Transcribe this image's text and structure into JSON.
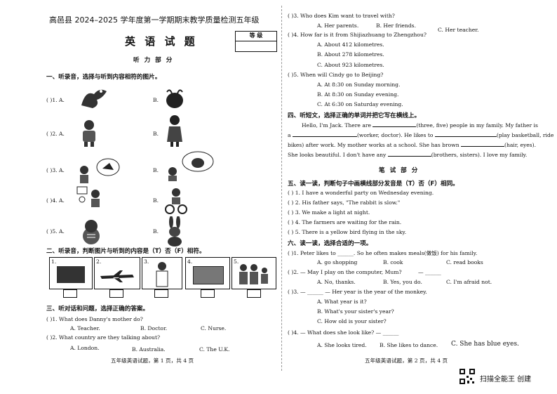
{
  "header": {
    "title": "高邑县 2024–2025 学年度第一学期期末教学质量检测五年级",
    "subject": "英 语 试 题",
    "grade_box": "等 级",
    "listening_part": "听 力 部 分",
    "writing_part": "笔 试 部 分"
  },
  "sec1": {
    "title": "一、听录音，选择与听到内容相符的图片。",
    "q": [
      "(    )1. A.",
      "(    )2. A.",
      "(    )3. A.",
      "(    )4. A.",
      "(    )5. A."
    ],
    "b": "B."
  },
  "sec2": {
    "title": "二、听录音，判断图片与听到的内容是（T）否（F）相符。",
    "nums": [
      "1.",
      "2.",
      "3.",
      "4.",
      "5."
    ]
  },
  "sec3": {
    "title": "三、听对话和问题，选择正确的答案。",
    "q1": "(    )1. What does Danny's mother do?",
    "q1a": "A. Teacher.",
    "q1b": "B. Doctor.",
    "q1c": "C. Nurse.",
    "q2": "(    )2. What country are they talking about?",
    "q2a": "A. London.",
    "q2b": "B. Australia.",
    "q2c": "C. The U.K.",
    "q3": "(    )3. Who does Kim want to travel with?",
    "q3a": "A. Her parents.",
    "q3b": "B. Her friends.",
    "q3c": "C. Her teacher.",
    "q4": "(    )4. How far is it from Shijiazhuang to Zhengzhou?",
    "q4a": "A. About 412 kilometres.",
    "q4b": "B. About 278 kilometres.",
    "q4c": "C. About 923 kilometres.",
    "q5": "(    )5. When will Cindy go to Beijing?",
    "q5a": "A. At 8:30 on Sunday morning.",
    "q5b": "B. At 8:30 on Sunday evening.",
    "q5c": "C. At 6:30 on Saturday evening."
  },
  "sec4": {
    "title": "四、听短文，选择正确的单词并把它写在横线上。",
    "l1a": "Hello, I'm Jack. There are",
    "l1b": "(three, five) people in my family. My father is",
    "l2a": "a",
    "l2b": "(worker, doctor). He likes to",
    "l2c": "(play basketball, ride",
    "l3a": "bikes) after work. My mother works at a school. She has brown",
    "l3b": "(hair, eyes).",
    "l4a": "She looks beautiful. I don't have any",
    "l4b": "(brothers, sisters). I love my family."
  },
  "sec5": {
    "title": "五、读一读，判断句子中画横线部分发音是（T）否（F）相同。",
    "items": [
      "(    ) 1. I have a wonderful party on Wednesday evening.",
      "(    ) 2. His father says, \"The rabbit is slow.\"",
      "(    ) 3. We make a light at night.",
      "(    ) 4. The farmers are waiting for the rain.",
      "(    ) 5. There is a yellow bird flying in the sky."
    ]
  },
  "sec6": {
    "title": "六、读一读，选择合适的一项。",
    "q1": "(    )1. Peter likes to ______. So he often makes meals(做饭) for his family.",
    "q1a": "A. go shopping",
    "q1b": "B. cook",
    "q1c": "C. read books",
    "q2": "(    )2. — May I play on the computer, Mum?",
    "q2d": "— ______",
    "q2a": "A. No, thanks.",
    "q2b": "B. Yes, you do.",
    "q2c": "C. I'm afraid not.",
    "q3": "(    )3. — ______ — Her year is the year of the monkey.",
    "q3a": "A. What year is it?",
    "q3b": "B. What's your sister's year?",
    "q3c": "C. How old is your sister?",
    "q4": "(    )4. — What does she look like?    — ______",
    "q4a": "A. She looks tired.",
    "q4b": "B. She likes to dance.",
    "q4c": "C. She has blue eyes."
  },
  "footer": {
    "p1": "五年级英语试题，第 1 页，共 4 页",
    "p2": "五年级英语试题，第 2 页，共 4 页",
    "scanner": "扫描全能王  创建"
  }
}
